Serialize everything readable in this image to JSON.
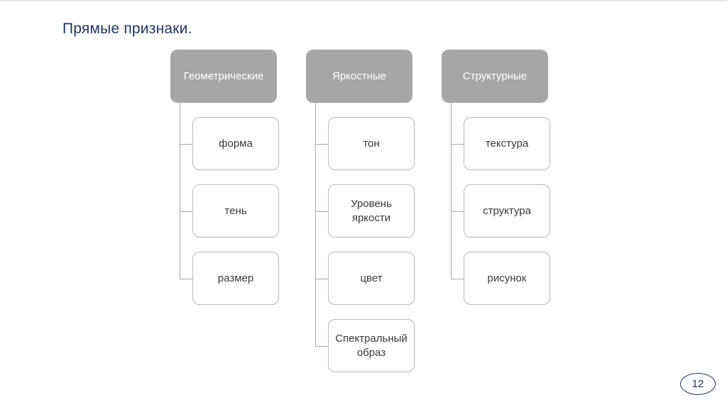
{
  "slide": {
    "title": "Прямые признаки.",
    "page_number": "12"
  },
  "colors": {
    "title": "#1f3864",
    "parent_box_bg": "#a6a6a6",
    "parent_box_text": "#ffffff",
    "child_box_border": "#b9b9b9",
    "child_box_text": "#3a3a3a",
    "connector": "#a6a6a6",
    "page_badge": "#1f3864",
    "top_rule": "#e6e6e6"
  },
  "diagram": {
    "groups": [
      {
        "label": "Геометрические",
        "children": [
          "форма",
          "тень",
          "размер"
        ]
      },
      {
        "label": "Яркостные",
        "children": [
          "тон",
          "Уровень яркости",
          "цвет",
          "Спектральный образ"
        ]
      },
      {
        "label": "Структурные",
        "children": [
          "текстура",
          "структура",
          "рисунок"
        ]
      }
    ]
  }
}
